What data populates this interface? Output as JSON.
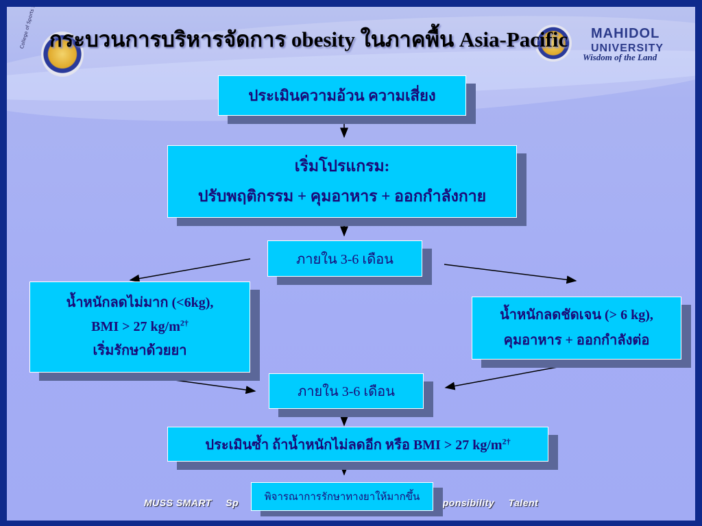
{
  "title": "กระบวนการบริหารจัดการ obesity ในภาคพื้น Asia-Pacific",
  "branding": {
    "left_logo_text": "College of Sports Science and Technology",
    "university_line1": "MAHIDOL",
    "university_line2": "UNIVERSITY",
    "motto": "Wisdom of the Land"
  },
  "footer": {
    "item1": "MUSS SMART",
    "item2": "Sp",
    "item3": "Responsibility",
    "item4": "Talent"
  },
  "flow": {
    "assess": "ประเมินความอ้วน ความเสี่ยง",
    "start_line1": "เริ่มโปรแกรม:",
    "start_line2": "ปรับพฤติกรรม + คุมอาหาร + ออกกำลังกาย",
    "within1": "ภายใน 3-6 เดือน",
    "left_line1": "น้ำหนักลดไม่มาก (<6kg),",
    "left_line2_base": "BMI > 27 kg/m",
    "left_line2_sup": "2†",
    "left_line3": "เริ่มรักษาด้วยยา",
    "right_line1": "น้ำหนักลดชัดเจน  (> 6 kg),",
    "right_line2": "คุมอาหาร + ออกกำลังต่อ",
    "within2": "ภายใน 3-6 เดือน",
    "reassess_base": "ประเมินซ้ำ ถ้าน้ำหนักไม่ลดอีก หรือ BMI > 27 kg/m",
    "reassess_sup": "2†",
    "consider": "พิจารณาการรักษาทางยาให้มากขึ้น"
  }
}
